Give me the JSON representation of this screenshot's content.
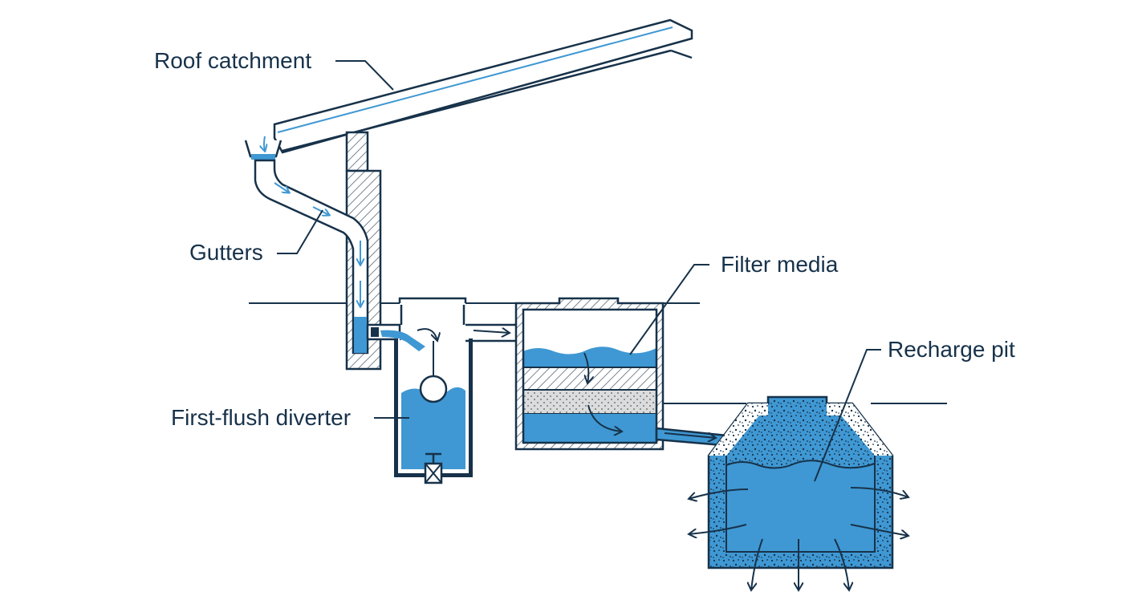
{
  "labels": {
    "roof_catchment": "Roof catchment",
    "gutters": "Gutters",
    "first_flush_diverter": "First-flush diverter",
    "filter_media": "Filter media",
    "recharge_pit": "Recharge pit"
  },
  "colors": {
    "outline": "#17324a",
    "water": "#3f98d3",
    "hatch": "#7a8792",
    "sand": "#dcdcdc",
    "background": "#ffffff"
  }
}
